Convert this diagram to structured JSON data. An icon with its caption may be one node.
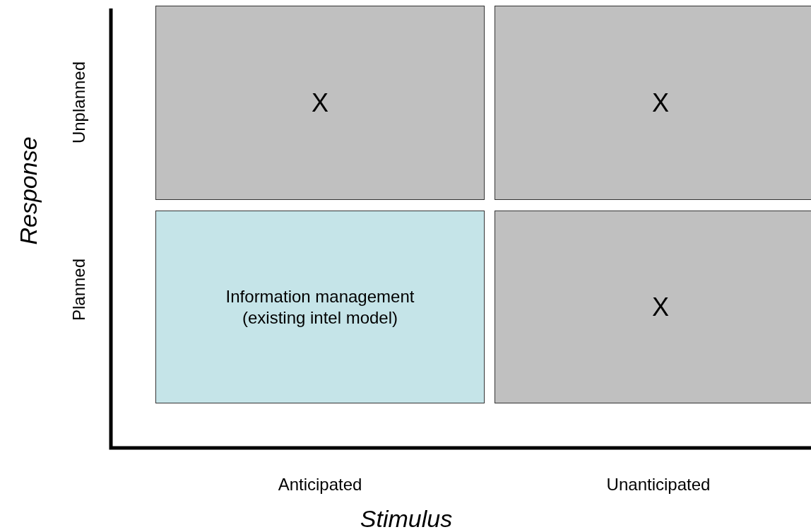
{
  "diagram": {
    "nodes": [
      {
        "text": [
          "X"
        ]
      },
      {
        "text": [
          "X"
        ]
      },
      {
        "text": [
          "Information management (existing intel model)"
        ]
      },
      {
        "text": [
          "X"
        ]
      }
    ],
    "labels": [
      "Response",
      "Unplanned",
      "Planned",
      "Anticipated",
      "Unanticipated",
      "Stimulus"
    ]
  }
}
